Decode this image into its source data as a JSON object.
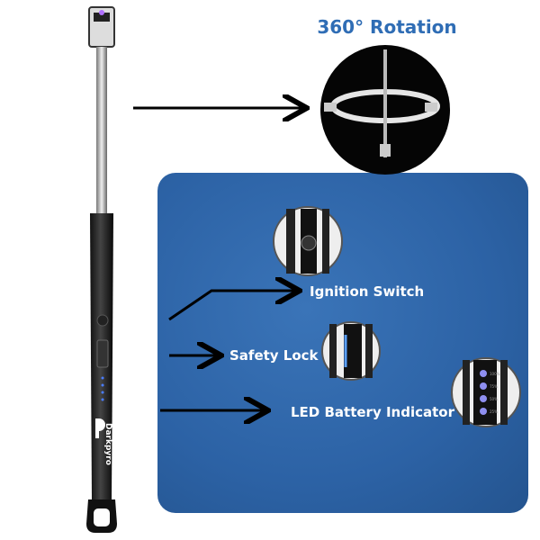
{
  "title": "360° Rotation",
  "features": {
    "ignition": "Ignition Switch",
    "safety_lock": "Safety Lock",
    "led": "LED Battery Indicator"
  },
  "brand_logo_text": "Darkpyro",
  "battery_levels": [
    "100%",
    "75%",
    "50%",
    "25%"
  ],
  "colors": {
    "panel": "#2c62a5",
    "title": "#2f6db5",
    "led": "#8f8ff0"
  }
}
